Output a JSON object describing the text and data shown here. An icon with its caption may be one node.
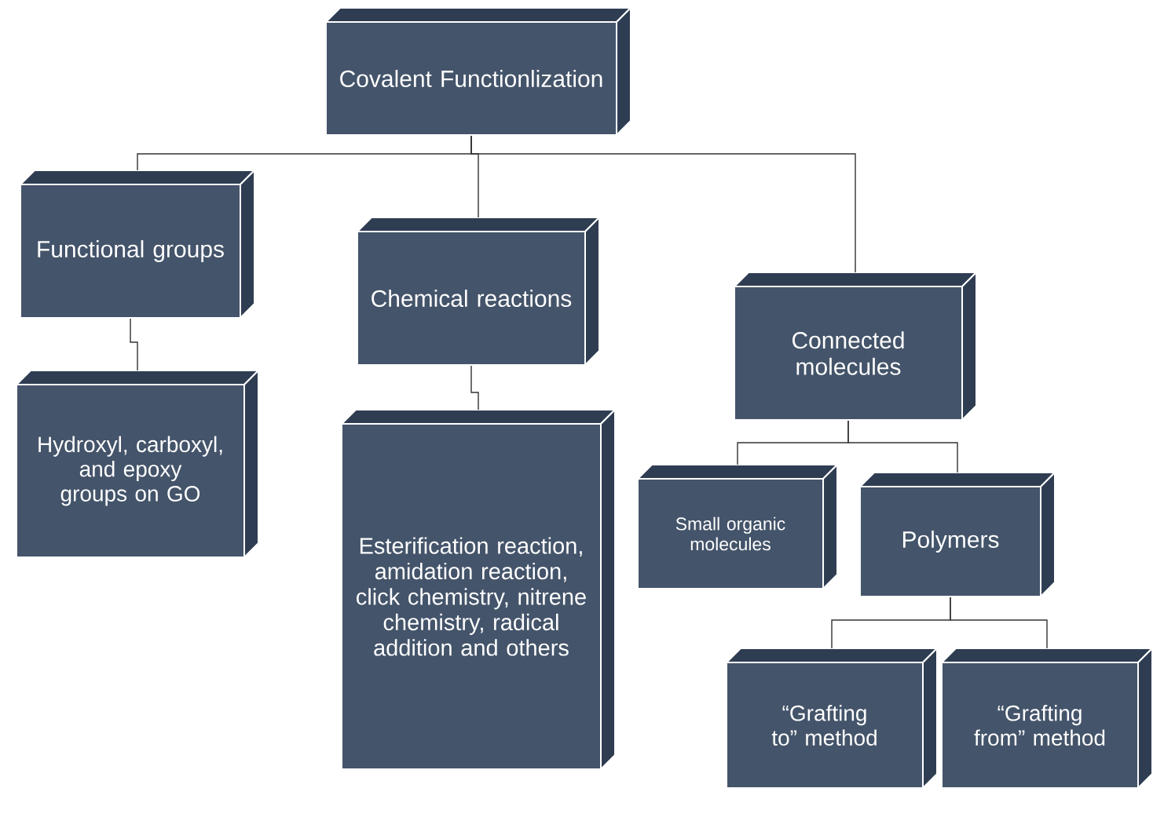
{
  "diagram": {
    "nodes": [
      {
        "text": [
          "Covalent Functionlization"
        ]
      },
      {
        "text": [
          "Functional groups"
        ]
      },
      {
        "text": [
          "Chemical reactions"
        ]
      },
      {
        "text": [
          "Connected molecules"
        ]
      },
      {
        "text": [
          "Hydroxyl, carboxyl, and epoxy groups on GO"
        ]
      },
      {
        "text": [
          "Esterification reaction, amidation reaction, click chemistry, nitrene chemistry, radical addition and others"
        ]
      },
      {
        "text": [
          "Small organic molecules"
        ]
      },
      {
        "text": [
          "Polymers"
        ]
      },
      {
        "text": [
          "“Grafting to” method"
        ]
      },
      {
        "text": [
          "“Grafting from” method"
        ]
      }
    ],
    "edges": [
      {
        "from": 0,
        "to": 1,
        "arrow": "none"
      },
      {
        "from": 0,
        "to": 2,
        "arrow": "none"
      },
      {
        "from": 0,
        "to": 3,
        "arrow": "none"
      },
      {
        "from": 1,
        "to": 4,
        "arrow": "none"
      },
      {
        "from": 2,
        "to": 5,
        "arrow": "none"
      },
      {
        "from": 3,
        "to": 6,
        "arrow": "none"
      },
      {
        "from": 3,
        "to": 7,
        "arrow": "none"
      },
      {
        "from": 7,
        "to": 8,
        "arrow": "none"
      },
      {
        "from": 7,
        "to": 9,
        "arrow": "none"
      }
    ]
  }
}
